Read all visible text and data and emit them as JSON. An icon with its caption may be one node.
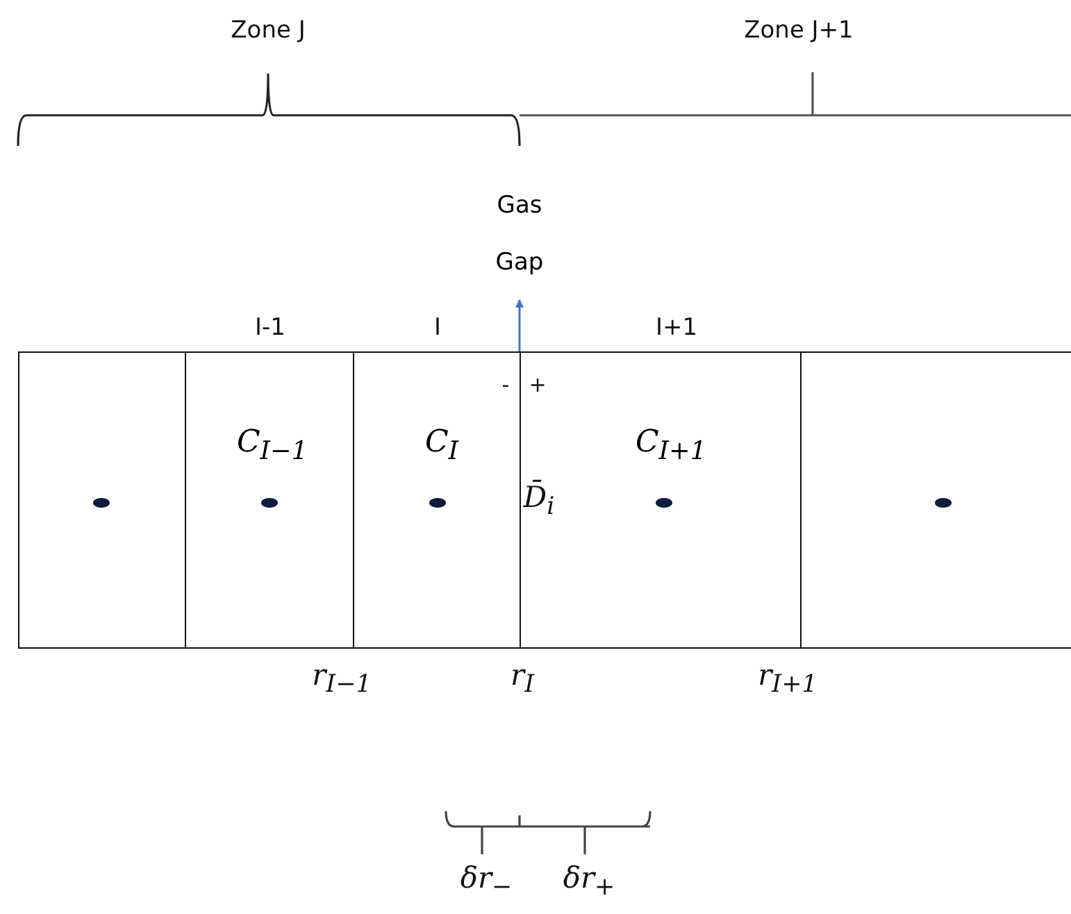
{
  "diagram": {
    "nodes": [
      {
        "text": [
          "Gas Gap"
        ]
      },
      {
        "text": [],
        "shape": "box"
      },
      {
        "text": [
          "C$_{I−1}$"
        ],
        "beside": [
          "I-1"
        ]
      },
      {
        "text": [
          "C$_{I}$"
        ],
        "beside": [
          "I"
        ]
      },
      {
        "text": [
          "C$_{I+1}$"
        ],
        "beside": [
          "I+1"
        ]
      },
      {
        "text": [],
        "shape": "box"
      }
    ],
    "edges": [
      {
        "from": 3,
        "to": 0,
        "arrow": "to"
      }
    ],
    "labels": [
      "Zone J",
      "Zone J+1",
      "-",
      "+",
      "D̄$_{i}$",
      "r$_{I−1}$",
      "r$_{I}$",
      "r$_{I+1}$",
      "δr$_{−}$",
      "δr$_{+}$"
    ]
  }
}
